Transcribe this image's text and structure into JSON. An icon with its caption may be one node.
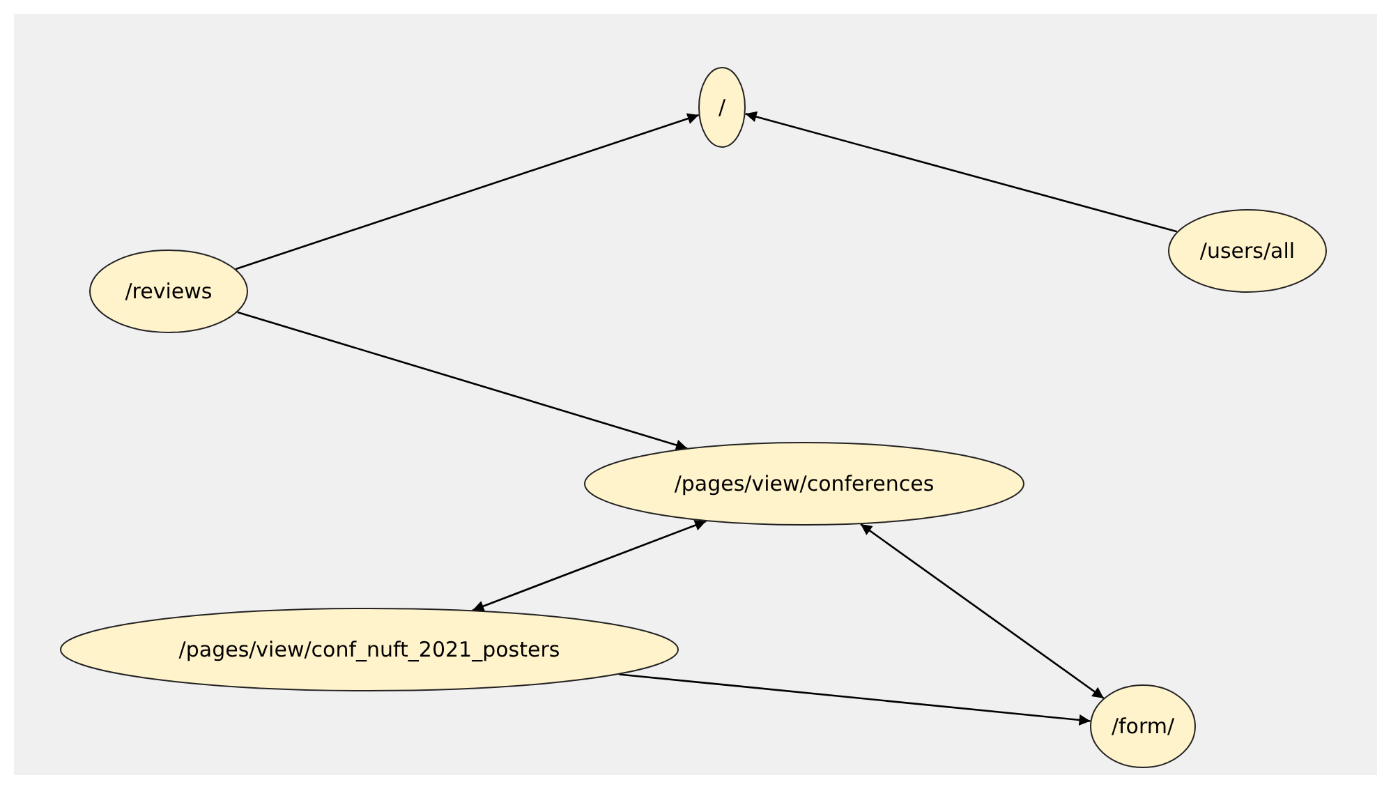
{
  "diagram": {
    "nodes": [
      {
        "text": [
          "/"
        ]
      },
      {
        "text": [
          "/reviews"
        ]
      },
      {
        "text": [
          "/users/all"
        ]
      },
      {
        "text": [
          "/pages/view/conferences"
        ]
      },
      {
        "text": [
          "/pages/view/conf_nuft_2021_posters"
        ]
      },
      {
        "text": [
          "/form/"
        ]
      }
    ],
    "edges": [
      {
        "from": 1,
        "to": 0,
        "arrow": "to"
      },
      {
        "from": 2,
        "to": 0,
        "arrow": "to"
      },
      {
        "from": 1,
        "to": 3,
        "arrow": "to"
      },
      {
        "from": 4,
        "to": 3,
        "arrow": "both"
      },
      {
        "from": 3,
        "to": 5,
        "arrow": "both"
      },
      {
        "from": 4,
        "to": 5,
        "arrow": "to"
      }
    ]
  }
}
